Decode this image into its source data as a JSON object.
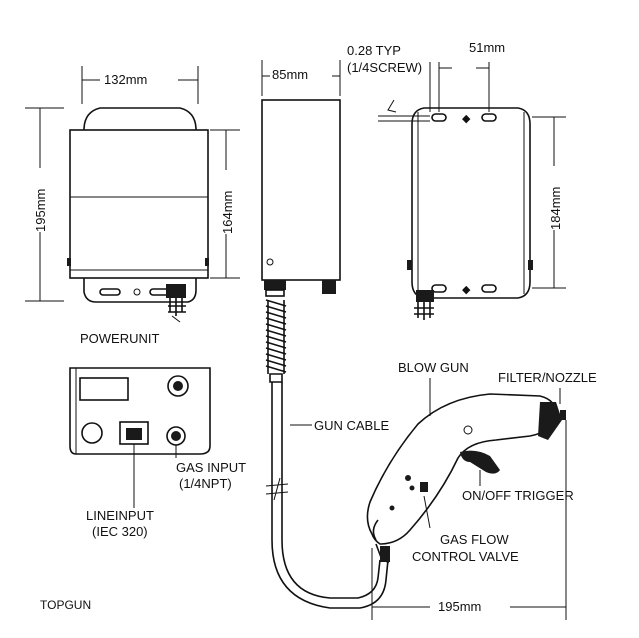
{
  "labels": {
    "dim_132": "132mm",
    "dim_85": "85mm",
    "typ": "0.28 TYP",
    "screw": "(1/4SCREW)",
    "dim_51": "51mm",
    "dim_195v": "195mm",
    "dim_164": "164mm",
    "dim_184": "184mm",
    "power_unit": "POWERUNIT",
    "blow_gun": "BLOW GUN",
    "filter_nozzle": "FILTER/NOZZLE",
    "gun_cable": "GUN CABLE",
    "gas_input": "GAS INPUT",
    "npt": "(1/4NPT)",
    "line_input": "LINEINPUT",
    "iec": "(IEC 320)",
    "on_off": "ON/OFF TRIGGER",
    "gas_flow": "GAS FLOW",
    "control_valve": "CONTROL VALVE",
    "top_gun": "TOPGUN",
    "dim_195h": "195mm"
  }
}
